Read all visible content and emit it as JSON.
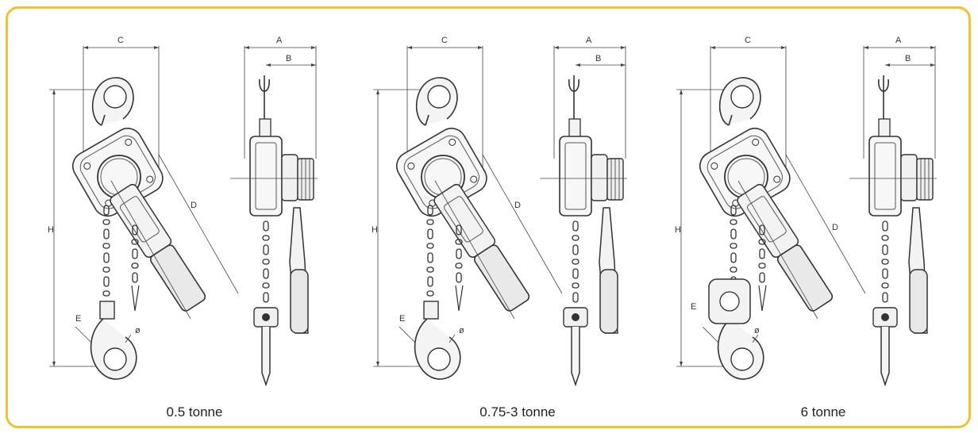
{
  "frame": {
    "border_color": "#F2C12E"
  },
  "models": [
    {
      "caption": "0.5 tonne"
    },
    {
      "caption": "0.75-3 tonne"
    },
    {
      "caption": "6 tonne"
    }
  ],
  "dimension_labels": {
    "a": "A",
    "b": "B",
    "c": "C",
    "d": "D",
    "e": "E",
    "h": "H",
    "diameter": "ø"
  }
}
